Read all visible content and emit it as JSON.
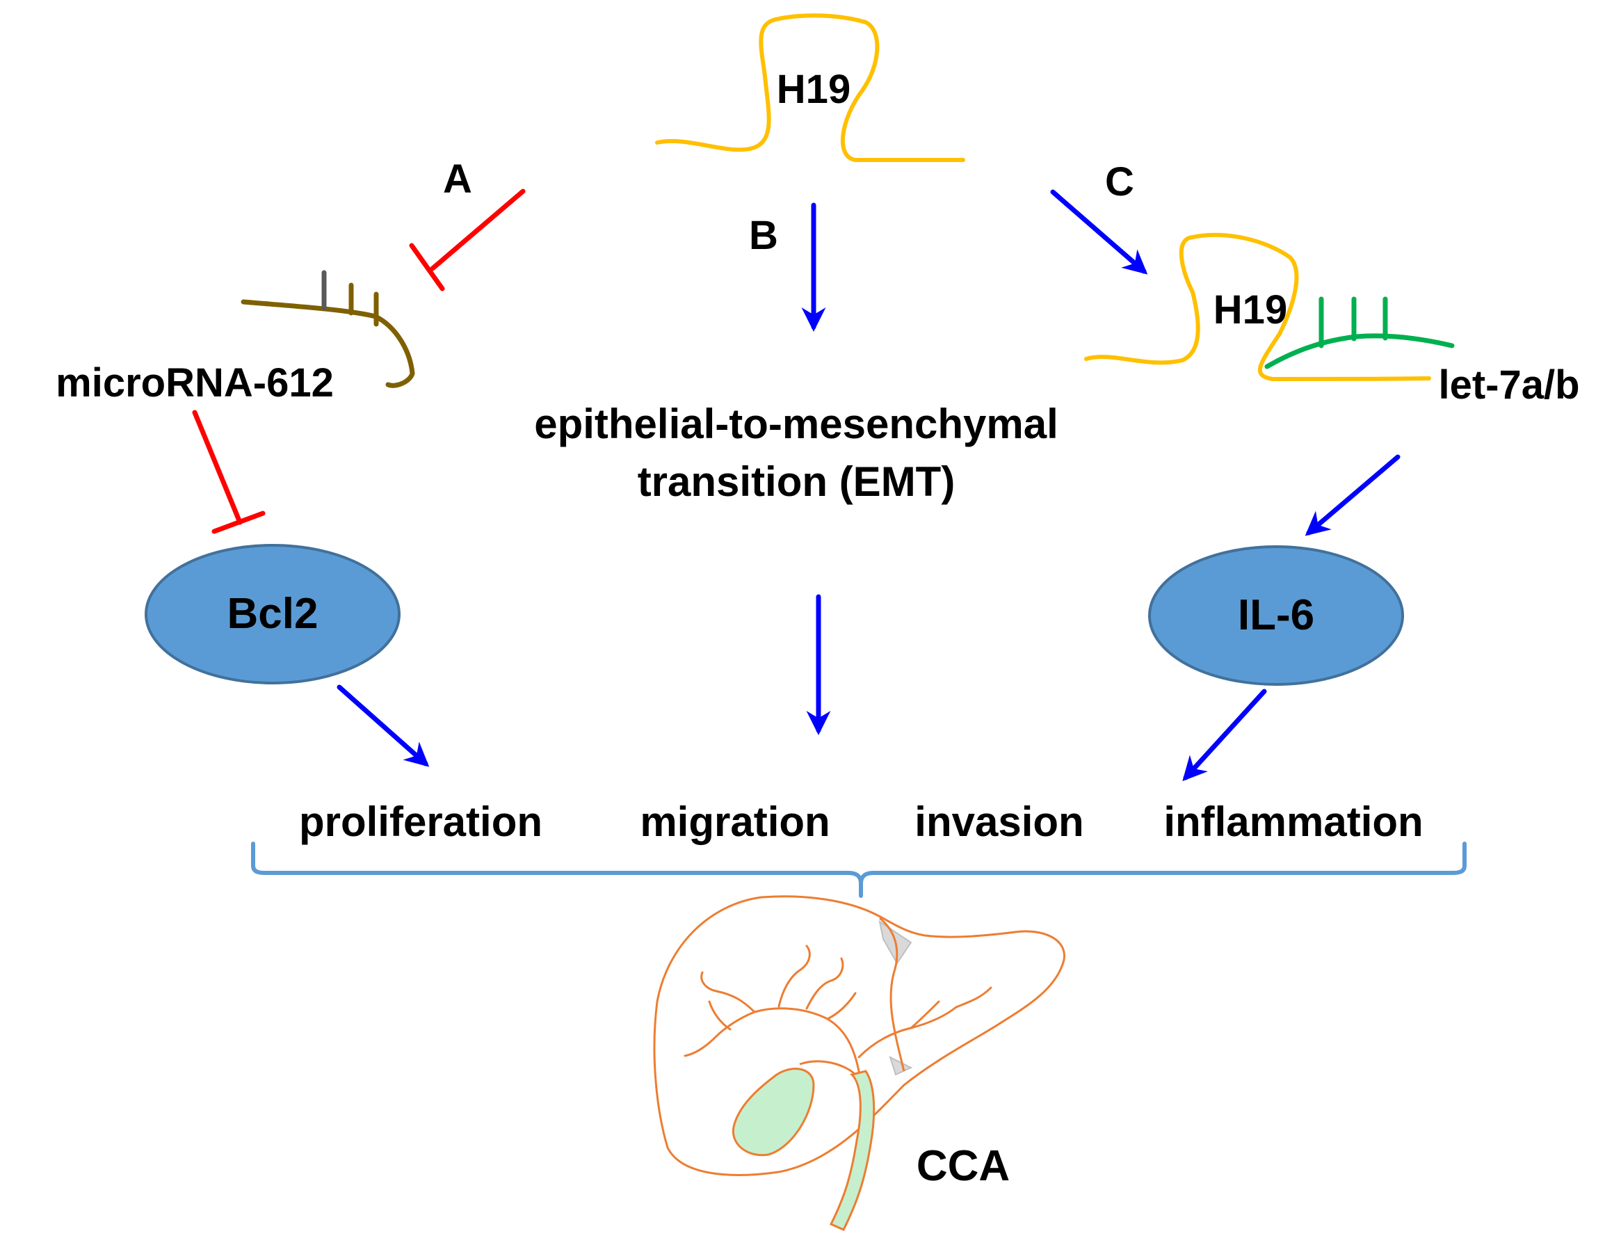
{
  "labels": {
    "h19_top": "H19",
    "pathway_a": "A",
    "pathway_b": "B",
    "pathway_c": "C",
    "microrna": "microRNA-612",
    "emt_line1": "epithelial-to-mesenchymal",
    "emt_line2": "transition (EMT)",
    "h19_right": "H19",
    "let7": "let-7a/b",
    "bcl2": "Bcl2",
    "il6": "IL-6",
    "proliferation": "proliferation",
    "migration": "migration",
    "invasion": "invasion",
    "inflammation": "inflammation",
    "cca": "CCA"
  },
  "colors": {
    "inhibit": "#ff0000",
    "activate": "#0000ff",
    "h19_rna": "#ffc000",
    "microrna": "#7f6000",
    "let7_rna": "#00b050",
    "ellipse_fill": "#5b9bd5",
    "ellipse_stroke": "#41719c",
    "brace": "#5b9bd5",
    "liver_outline": "#ed7d31",
    "gallbladder": "#c6efce"
  },
  "icons": [
    "h19-rna-icon",
    "microrna-icon",
    "h19-let7-duplex-icon",
    "liver-icon"
  ]
}
